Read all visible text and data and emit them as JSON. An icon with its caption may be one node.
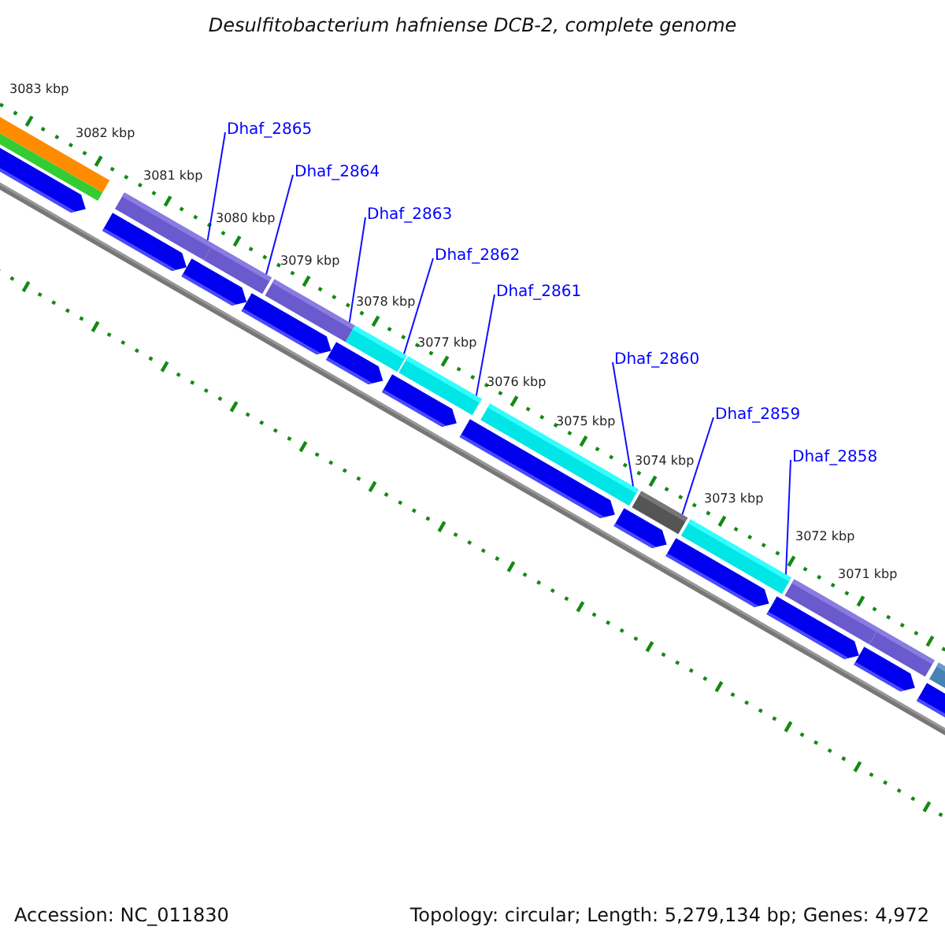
{
  "diagram": {
    "title": "Desulfitobacterium hafniense DCB-2, complete genome",
    "nodes": [
      {
        "text": [
          "Dhaf_2865"
        ]
      },
      {
        "text": [
          "Dhaf_2864"
        ]
      },
      {
        "text": [
          "Dhaf_2863"
        ]
      },
      {
        "text": [
          "Dhaf_2862"
        ]
      },
      {
        "text": [
          "Dhaf_2861"
        ]
      },
      {
        "text": [
          "Dhaf_2860"
        ]
      },
      {
        "text": [
          "Dhaf_2859"
        ]
      },
      {
        "text": [
          "Dhaf_2858"
        ]
      },
      {
        "text": [],
        "shape": "bar"
      },
      {
        "text": [],
        "shape": "bar"
      },
      {
        "text": [],
        "shape": "bar"
      },
      {
        "text": [],
        "shape": "bar"
      },
      {
        "text": [],
        "shape": "bar"
      },
      {
        "text": [],
        "shape": "bar"
      },
      {
        "text": [],
        "shape": "bar"
      },
      {
        "text": [],
        "shape": "bar"
      },
      {
        "text": [],
        "shape": "bar"
      },
      {
        "text": [],
        "shape": "bar"
      },
      {
        "text": [],
        "shape": "bar"
      },
      {
        "text": [],
        "shape": "arrow"
      },
      {
        "text": [],
        "shape": "arrow"
      },
      {
        "text": [],
        "shape": "arrow"
      },
      {
        "text": [],
        "shape": "arrow"
      },
      {
        "text": [],
        "shape": "arrow"
      },
      {
        "text": [],
        "shape": "arrow"
      },
      {
        "text": [],
        "shape": "arrow"
      },
      {
        "text": [],
        "shape": "arrow"
      },
      {
        "text": [],
        "shape": "arrow"
      },
      {
        "text": [],
        "shape": "arrow"
      },
      {
        "text": [],
        "shape": "arrow"
      },
      {
        "text": [],
        "shape": "arrow"
      }
    ],
    "edges": [
      {
        "from": 0,
        "to": 8,
        "arrow": "none"
      },
      {
        "from": 1,
        "to": 9,
        "arrow": "none"
      },
      {
        "from": 2,
        "to": 10,
        "arrow": "none"
      },
      {
        "from": 3,
        "to": 11,
        "arrow": "none"
      },
      {
        "from": 4,
        "to": 12,
        "arrow": "none"
      },
      {
        "from": 5,
        "to": 13,
        "arrow": "none"
      },
      {
        "from": 6,
        "to": 14,
        "arrow": "none"
      },
      {
        "from": 7,
        "to": 15,
        "arrow": "none"
      }
    ],
    "labels": [
      "3083 kbp",
      "3082 kbp",
      "3081 kbp",
      "3080 kbp",
      "3079 kbp",
      "3078 kbp",
      "3077 kbp",
      "3076 kbp",
      "3075 kbp",
      "3074 kbp",
      "3073 kbp",
      "3072 kbp",
      "3071 kbp",
      "Accession: NC_011830",
      "Topology: circular; Length: 5,279,134 bp; Genes: 4,972"
    ]
  }
}
